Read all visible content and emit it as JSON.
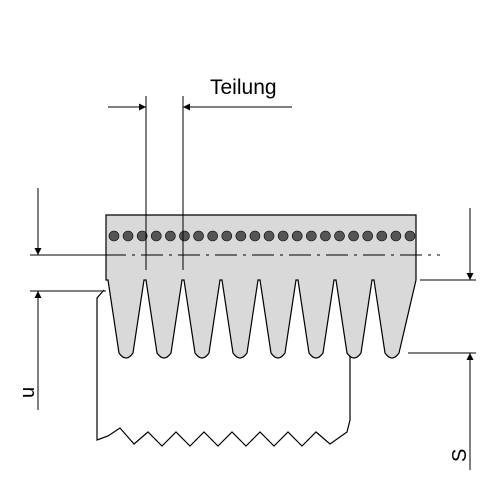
{
  "labels": {
    "pitch": "Teilung",
    "u": "u",
    "s": "S"
  },
  "colors": {
    "belt_fill": "#d9d9d9",
    "line": "#000000",
    "cord_fill": "#555555",
    "background": "#ffffff"
  },
  "belt": {
    "rib_count": 8,
    "cord_count": 22
  }
}
